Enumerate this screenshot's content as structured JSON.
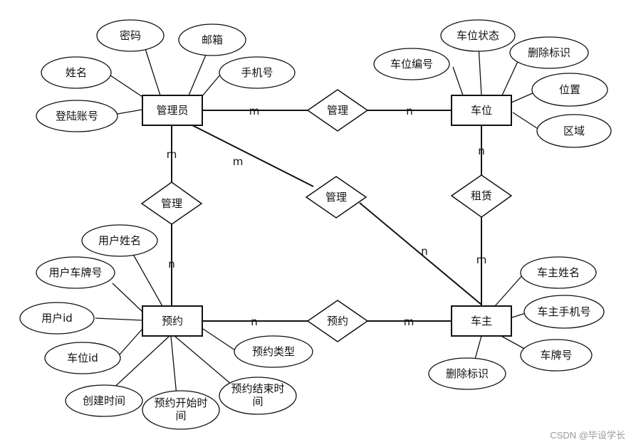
{
  "entities": {
    "admin": "管理员",
    "space": "车位",
    "reservation": "预约",
    "owner": "车主"
  },
  "relationships": {
    "admin_space": "管理",
    "admin_reservation": "管理",
    "admin_owner": "管理",
    "space_owner": "租赁",
    "reservation_owner": "预约"
  },
  "attributes": {
    "admin": [
      "密码",
      "邮箱",
      "姓名",
      "手机号",
      "登陆账号"
    ],
    "space": [
      "车位状态",
      "删除标识",
      "车位编号",
      "位置",
      "区域"
    ],
    "reservation": [
      "用户姓名",
      "用户车牌号",
      "用户id",
      "车位id",
      "预约类型",
      "创建时间",
      "预约结束时间",
      "预约开始时间"
    ],
    "owner": [
      "车主姓名",
      "车主手机号",
      "车牌号",
      "删除标识"
    ]
  },
  "cardinality": {
    "admin_space_m": "m",
    "admin_space_n": "n",
    "admin_res_m": "m",
    "admin_res_n": "n",
    "admin_owner_m": "m",
    "admin_owner_n": "n",
    "space_owner_n": "n",
    "space_owner_m": "m",
    "res_owner_n": "n",
    "res_owner_m": "m"
  },
  "watermark": "CSDN @毕设学长"
}
